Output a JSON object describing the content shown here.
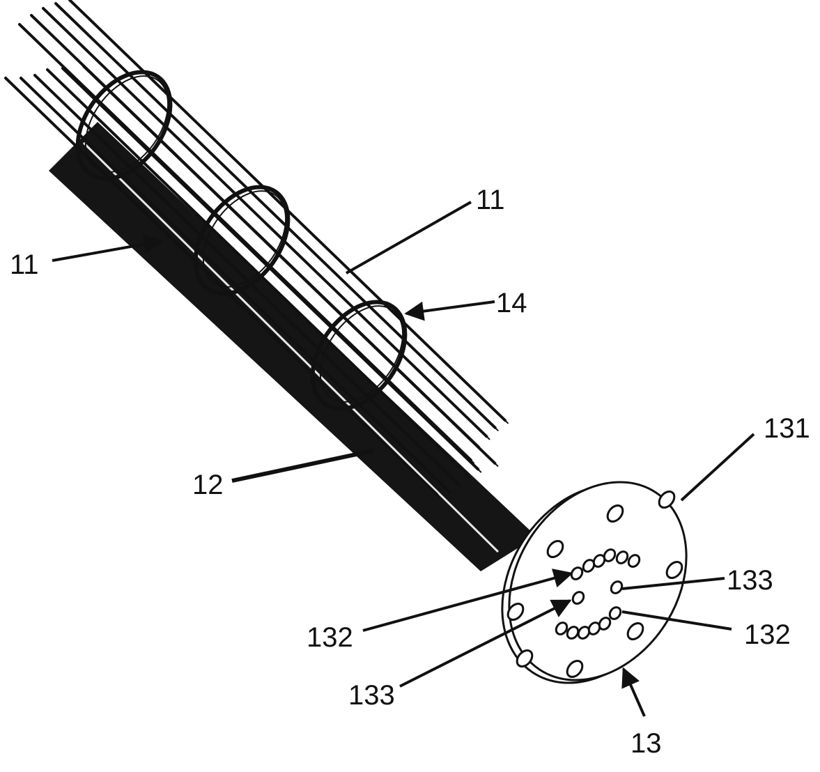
{
  "colors": {
    "ink": "#111111",
    "paper": "#ffffff"
  },
  "labels": {
    "rod_top": "11",
    "rod_left": "11",
    "ring": "14",
    "core_tube": "12",
    "flange_hole": "131",
    "port_upper_right": "133",
    "port_left_upper": "132",
    "port_right_lower": "132",
    "port_left_lower": "133",
    "flange": "13"
  }
}
